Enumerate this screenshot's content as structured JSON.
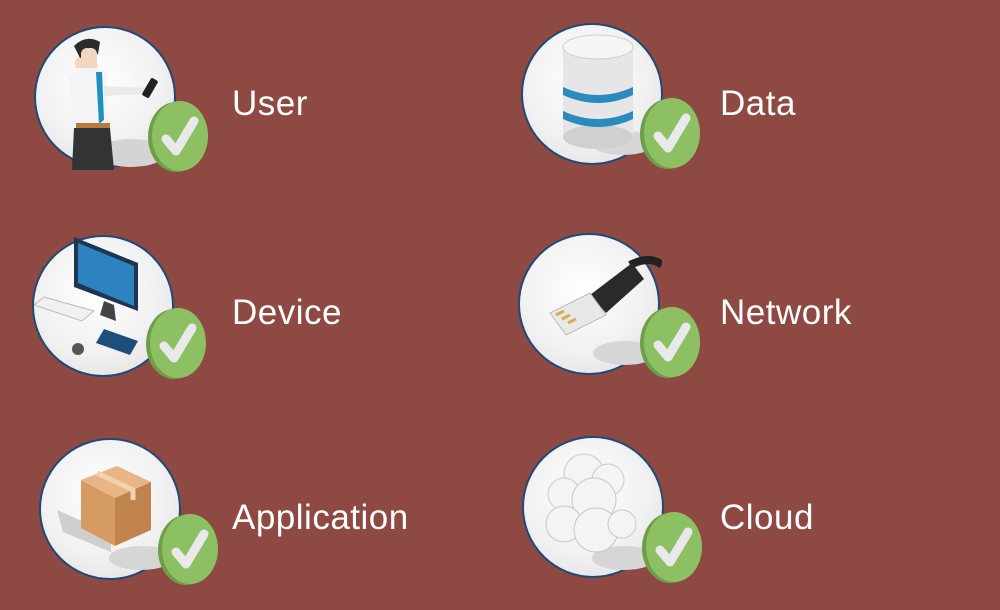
{
  "items": [
    {
      "label": "User",
      "icon": "user-icon",
      "status": "check"
    },
    {
      "label": "Data",
      "icon": "database-icon",
      "status": "check"
    },
    {
      "label": "Device",
      "icon": "computer-icon",
      "status": "check"
    },
    {
      "label": "Network",
      "icon": "ethernet-cable-icon",
      "status": "check"
    },
    {
      "label": "Application",
      "icon": "package-box-icon",
      "status": "check"
    },
    {
      "label": "Cloud",
      "icon": "cloud-icon",
      "status": "check"
    }
  ],
  "colors": {
    "background": "#8e4942",
    "check": "#8cc063",
    "circle_border": "#1f4a78"
  }
}
